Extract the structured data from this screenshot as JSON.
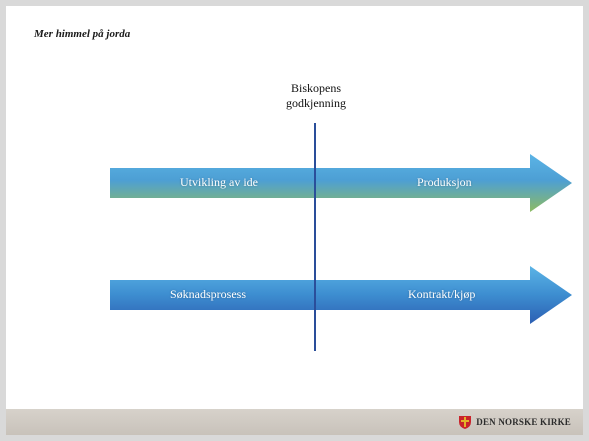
{
  "header": {
    "slogan": "Mer himmel på jorda"
  },
  "milestone": {
    "line1": "Biskopens",
    "line2": "godkjenning"
  },
  "arrows": [
    {
      "left_label": "Utvikling av ide",
      "right_label": "Produksjon"
    },
    {
      "left_label": "Søknadsprosess",
      "right_label": "Kontrakt/kjøp"
    }
  ],
  "footer": {
    "brand": "DEN NORSKE KIRKE"
  },
  "colors": {
    "arrow_top": "#4aa0d8",
    "arrow_mid": "#3f8ecf",
    "arrow_green": "#7fb267",
    "arrow_blue_dark": "#2c66b8",
    "divider": "#2a4e9a",
    "logo_red": "#c9242b",
    "logo_gold": "#e2b42a"
  },
  "icons": {
    "brand_logo": "church-cross-shield-icon"
  }
}
